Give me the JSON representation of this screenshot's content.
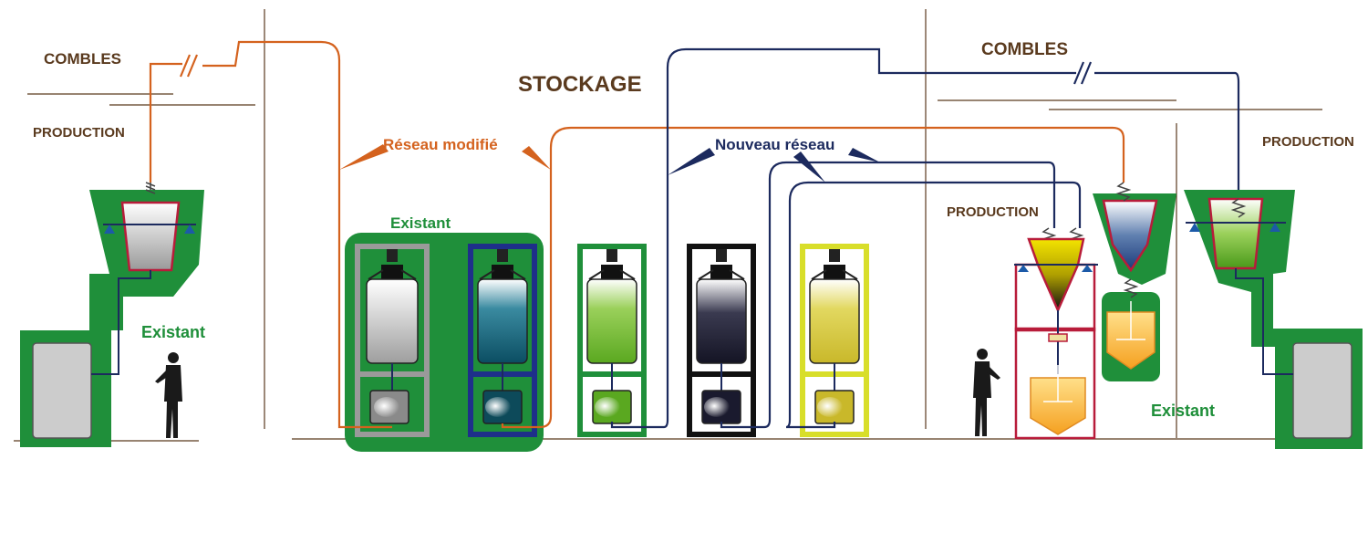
{
  "labels": {
    "combles_left": "COMBLES",
    "combles_right": "COMBLES",
    "production_left": "PRODUCTION",
    "production_right": "PRODUCTION",
    "production_center": "PRODUCTION",
    "stockage": "STOCKAGE",
    "reseau_modifie": "Réseau modifié",
    "nouveau_reseau": "Nouveau réseau",
    "existant_left": "Existant",
    "existant_storage": "Existant",
    "existant_right": "Existant"
  },
  "colors": {
    "existing_green": "#1f8f3a",
    "modified_network": "#d4621e",
    "new_network": "#1c2a5e",
    "text_brown": "#5a3a1e",
    "frame_grey": "#9a9a9a",
    "frame_blue": "#1e2f8a",
    "frame_green": "#1f8f3a",
    "frame_black": "#111111",
    "frame_yellow": "#d8de2a",
    "vessel_red": "#b81c3a"
  },
  "storage_units": [
    {
      "name": "grey-unit",
      "frame": "#9a9a9a",
      "fill": "#9e9e9e",
      "existing": true
    },
    {
      "name": "teal-unit",
      "frame": "#1e2f8a",
      "fill": "#0d5a6e",
      "existing": true
    },
    {
      "name": "green-unit",
      "frame": "#1f8f3a",
      "fill": "#6cb82a",
      "existing": false
    },
    {
      "name": "black-unit",
      "frame": "#111111",
      "fill": "#1a1a2e",
      "existing": false
    },
    {
      "name": "yellow-unit",
      "frame": "#d8de2a",
      "fill": "#d4c93a",
      "existing": false
    }
  ]
}
